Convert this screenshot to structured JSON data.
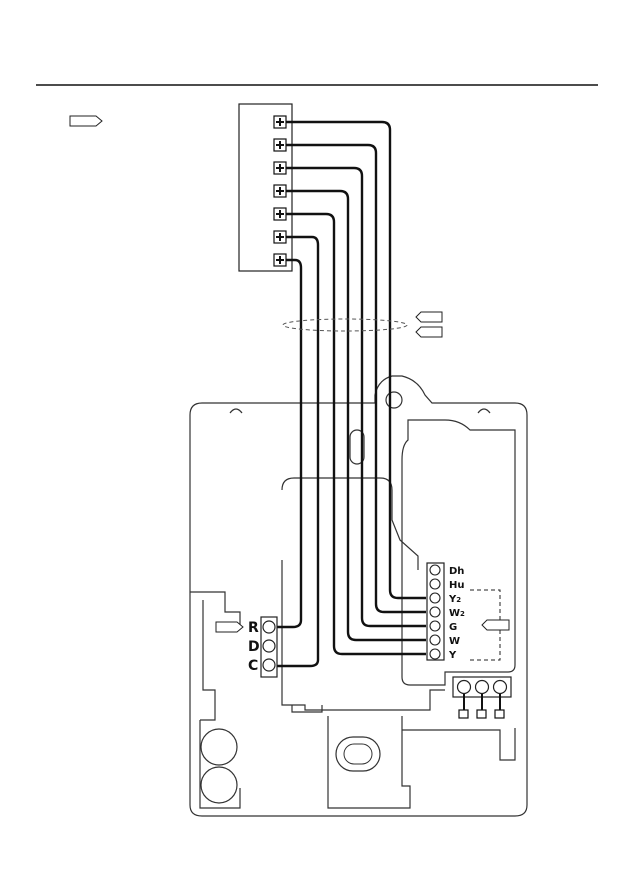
{
  "terminals_left": [
    {
      "label": "R"
    },
    {
      "label": "D"
    },
    {
      "label": "C"
    }
  ],
  "terminals_right": [
    {
      "label": "Dh",
      "base": "Dh",
      "sub": ""
    },
    {
      "label": "Hu",
      "base": "Hu",
      "sub": ""
    },
    {
      "label": "Y2",
      "base": "Y",
      "sub": "2"
    },
    {
      "label": "W2",
      "base": "W",
      "sub": "2"
    },
    {
      "label": "G",
      "base": "G",
      "sub": ""
    },
    {
      "label": "W",
      "base": "W",
      "sub": ""
    },
    {
      "label": "Y",
      "base": "Y",
      "sub": ""
    }
  ]
}
